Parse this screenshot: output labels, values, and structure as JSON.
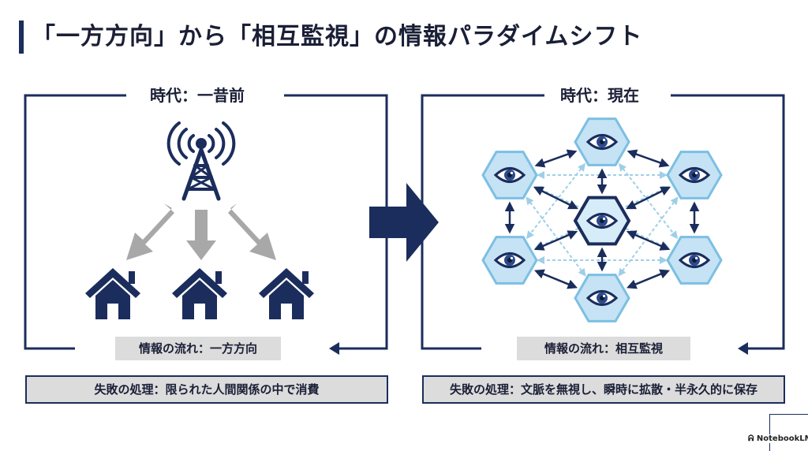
{
  "title": "「一方方向」から「相互監視」の情報パラダイムシフト",
  "past": {
    "era_label": "時代：一昔前",
    "flow_label": "情報の流れ：一方方向",
    "summary": "失敗の処理：限られた人間関係の中で消費",
    "icons": [
      "broadcast-tower-icon",
      "house-icon",
      "house-icon",
      "house-icon"
    ]
  },
  "present": {
    "era_label": "時代：現在",
    "flow_label": "情報の流れ：相互監視",
    "summary": "失敗の処理：文脈を無視し、瞬時に拡散・半永久的に保存",
    "icons": [
      "eye-icon"
    ]
  },
  "logo": "NotebookLM",
  "colors": {
    "navy": "#1b2d5c",
    "gray_arrow": "#a8a8a8",
    "hex_fill": "#c5e3f4",
    "hex_stroke": "#7cbfe3",
    "dashed_arrow": "#9fcfe8",
    "label_bg": "#dcdcdc"
  }
}
